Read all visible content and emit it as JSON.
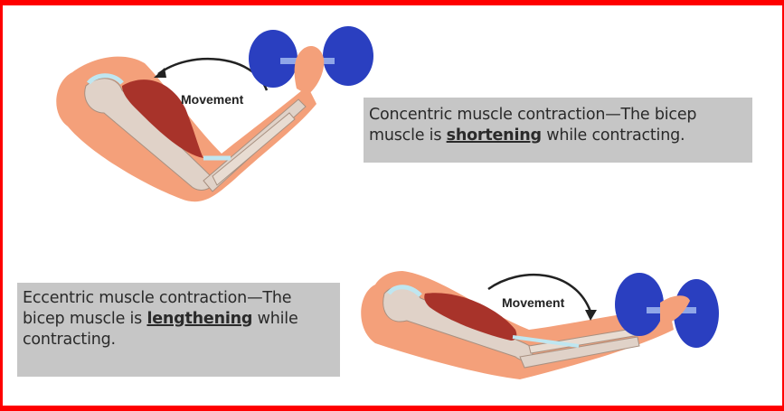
{
  "border_color": "#ff0000",
  "concentric": {
    "caption_prefix": "Concentric muscle contraction—The bicep muscle is ",
    "keyword": "shortening",
    "caption_suffix": " while contracting.",
    "movement_label": "Movement"
  },
  "eccentric": {
    "caption_prefix": "Eccentric muscle contraction—The bicep muscle is ",
    "keyword": "lengthening",
    "caption_suffix": " while contracting.",
    "movement_label": "Movement"
  },
  "colors": {
    "skin": "#f4a07a",
    "bone": "#e0d2c8",
    "muscle": "#a8332a",
    "tendon": "#bfe6f0",
    "dumbbell": "#2a3fc0",
    "caption_bg": "#c6c6c6"
  }
}
